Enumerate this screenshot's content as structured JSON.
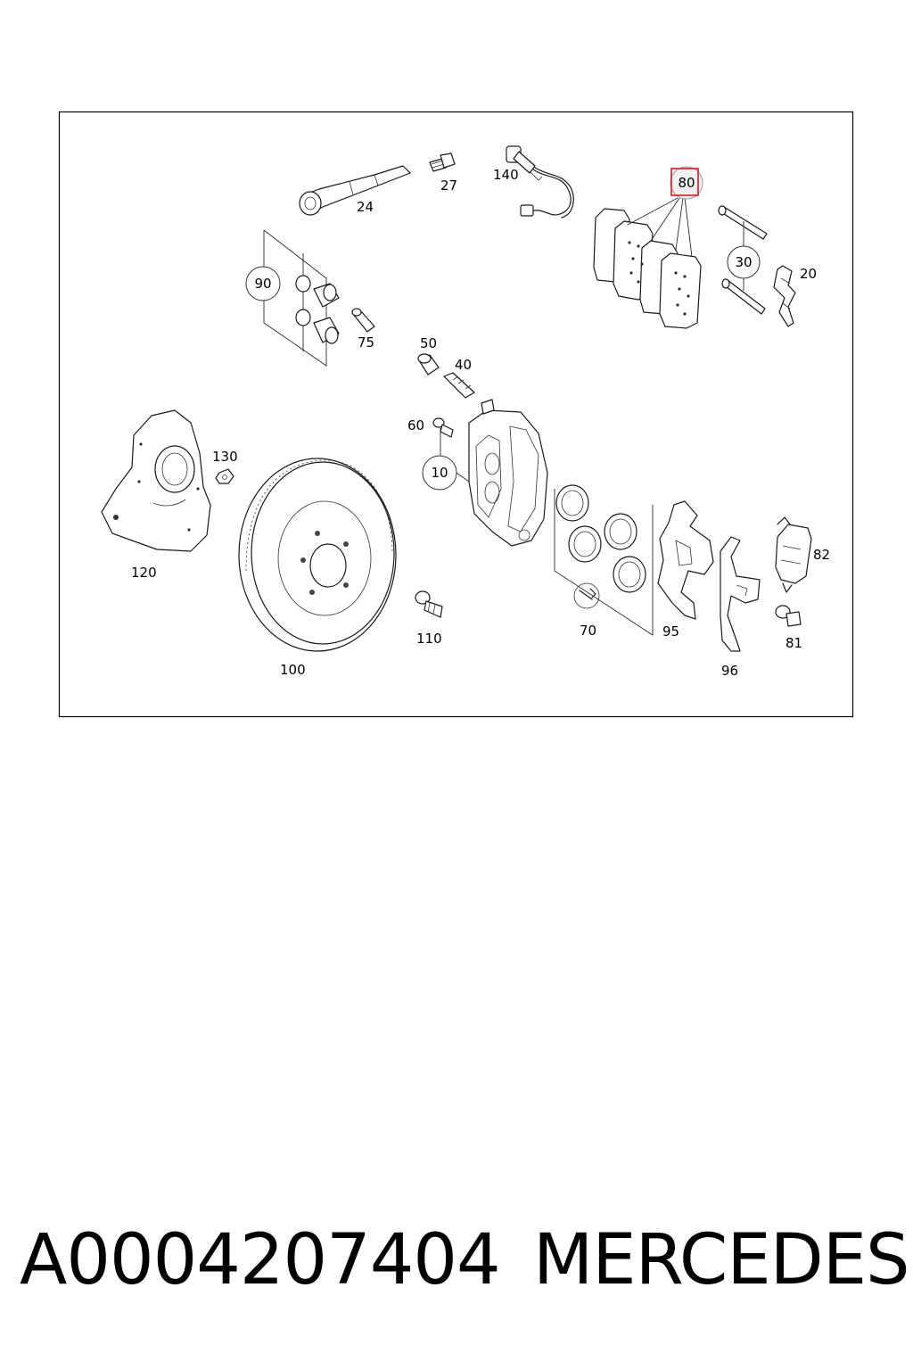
{
  "diagram": {
    "callouts": [
      "24",
      "27",
      "140",
      "80",
      "30",
      "20",
      "90",
      "75",
      "50",
      "40",
      "60",
      "10",
      "130",
      "120",
      "100",
      "110",
      "70",
      "95",
      "96",
      "82",
      "81"
    ],
    "highlighted_callout": "80",
    "highlight_color": "#e0161b"
  },
  "footer": {
    "part_number": "A0004207404",
    "brand": "MERCEDES"
  }
}
